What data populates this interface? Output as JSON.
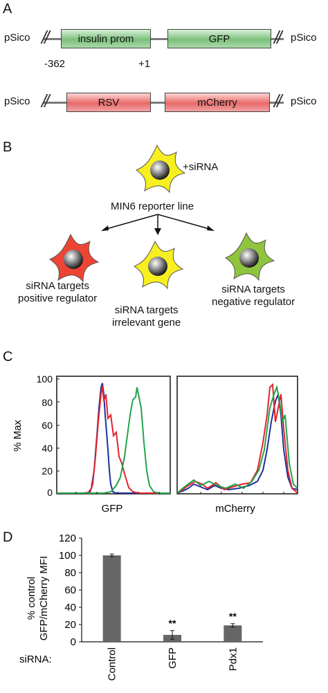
{
  "panelA": {
    "label": "A",
    "construct1": {
      "left": "pSico",
      "box1": "insulin prom",
      "box2": "GFP",
      "right": "pSico",
      "pos1": "-362",
      "pos2": "+1"
    },
    "construct2": {
      "left": "pSico",
      "box1": "RSV",
      "box2": "mCherry",
      "right": "pSico"
    }
  },
  "panelB": {
    "label": "B",
    "siRNA": "+siRNA",
    "line": "MIN6 reporter line",
    "out1": [
      "siRNA targets",
      "positive regulator"
    ],
    "out2": [
      "siRNA targets",
      "irrelevant gene"
    ],
    "out3": [
      "siRNA targets",
      "negative regulator"
    ],
    "colors": {
      "yellow": "#f7ef1f",
      "red": "#ee4433",
      "green": "#8fc43d"
    }
  },
  "panelC": {
    "label": "C",
    "ylabel": "% Max",
    "yticks": [
      "100",
      "80",
      "60",
      "40",
      "20",
      "0"
    ],
    "plot1_xlabel": "GFP",
    "plot2_xlabel": "mCherry",
    "series_colors": {
      "blue": "#1f2f9c",
      "red": "#e3222b",
      "green": "#22a34a"
    }
  },
  "chart_data": {
    "type": "bar",
    "categories": [
      "Control",
      "GFP",
      "Pdx1"
    ],
    "values": [
      100,
      8,
      19
    ],
    "errors": [
      1.5,
      5,
      2
    ],
    "significance": [
      "",
      "**",
      "**"
    ],
    "ylabel": "% control GFP/mCherry MFI",
    "ylabel_lines": [
      "% control",
      "GFP/mCherry MFI"
    ],
    "yticks": [
      "120",
      "100",
      "80",
      "60",
      "40",
      "20",
      "0"
    ],
    "ylim": [
      0,
      120
    ],
    "xprefix": "siRNA:",
    "panel_label": "D",
    "bar_color": "#666666"
  }
}
